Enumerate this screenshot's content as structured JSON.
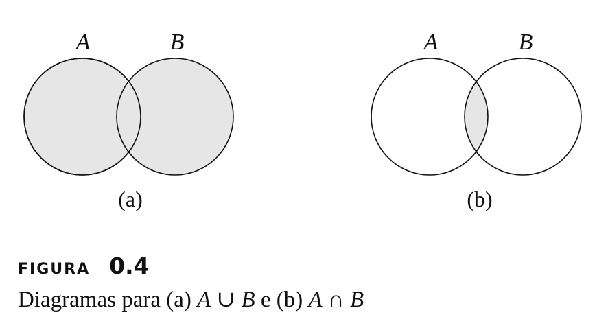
{
  "diagram": {
    "panel_a": {
      "set_a_label": "A",
      "set_b_label": "B",
      "caption": "(a)",
      "shaded_region": "union"
    },
    "panel_b": {
      "set_a_label": "A",
      "set_b_label": "B",
      "caption": "(b)",
      "shaded_region": "intersection"
    },
    "colors": {
      "shade": "#e6e6e6",
      "stroke": "#111111"
    }
  },
  "figure": {
    "word": "FIGURA",
    "number": "0.4",
    "caption": {
      "prefix": "Diagramas para (a)",
      "expr_a": {
        "left": "A",
        "op": "∪",
        "right": "B"
      },
      "middle": "e (b)",
      "expr_b": {
        "left": "A",
        "op": "∩",
        "right": "B"
      }
    }
  }
}
